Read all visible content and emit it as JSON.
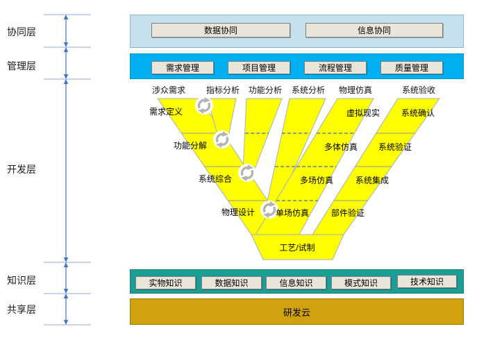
{
  "layers": [
    {
      "label": "协同层"
    },
    {
      "label": "管理层"
    },
    {
      "label": "开发层"
    },
    {
      "label": "知识层"
    },
    {
      "label": "共享层"
    }
  ],
  "collaboration_band": {
    "boxes": [
      "数据协同",
      "信息协同"
    ]
  },
  "management_band": {
    "boxes": [
      "需求管理",
      "项目管理",
      "流程管理",
      "质量管理"
    ]
  },
  "development": {
    "top_labels": [
      "涉众需求",
      "指标分析",
      "功能分析",
      "系统分析",
      "物理仿真",
      "系统验收"
    ],
    "left_stages": [
      "需求定义",
      "功能分解",
      "系统综合",
      "物理设计"
    ],
    "simulation_stages": [
      "虚拟现实",
      "多体仿真",
      "多场仿真",
      "单场仿真"
    ],
    "verification_stages": [
      "系统确认",
      "系统验证",
      "系统集成",
      "部件验证"
    ],
    "bottom_stage": "工艺/试制"
  },
  "knowledge_band": {
    "boxes": [
      "实物知识",
      "数据知识",
      "信息知识",
      "模式知识",
      "技术知识"
    ]
  },
  "sharing_band": {
    "label": "研发云"
  },
  "colors": {
    "yellow": "#ffff00",
    "lightblue": "#c7e0ee",
    "blue": "#00b0f0",
    "teal": "#1a9e96",
    "gold": "#d0a210",
    "beige": "#e9e5d8",
    "gauge_blue": "#4472c4",
    "dashed_link_blue": "#3a6db5"
  }
}
